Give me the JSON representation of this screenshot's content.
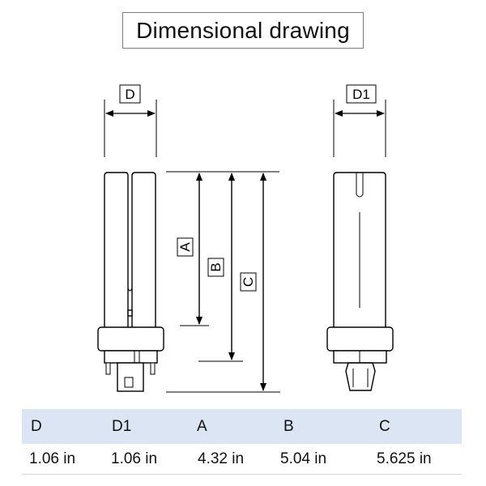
{
  "title": "Dimensional drawing",
  "labels": {
    "d": "D",
    "d1": "D1",
    "a": "A",
    "b": "B",
    "c": "C"
  },
  "table": {
    "headers": [
      "D",
      "D1",
      "A",
      "B",
      "C"
    ],
    "values": [
      "1.06 in",
      "1.06 in",
      "4.32 in",
      "5.04 in",
      "5.625 in"
    ]
  }
}
